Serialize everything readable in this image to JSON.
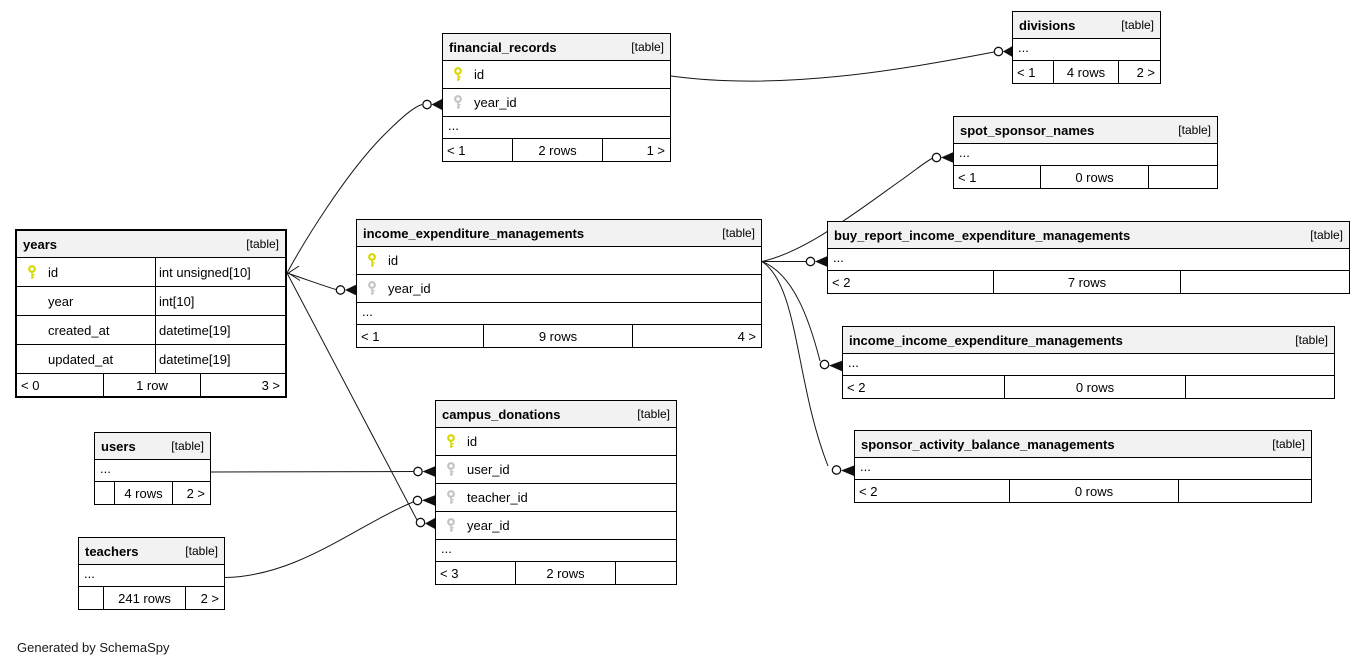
{
  "labels": {
    "table_badge": "[table]",
    "ellipsis": "...",
    "generated_by": "Generated by SchemaSpy"
  },
  "colors": {
    "pk_key": "#d8d800",
    "fk_key": "#c3c3c3",
    "header_bg": "#f2f2f2",
    "border": "#000000",
    "edge": "#161616"
  },
  "tables": {
    "financial_records": {
      "name": "financial_records",
      "columns": [
        {
          "name": "id",
          "key": "pk"
        },
        {
          "name": "year_id",
          "key": "fk"
        }
      ],
      "footer": {
        "left": "< 1",
        "center": "2 rows",
        "right": "1 >"
      }
    },
    "divisions": {
      "name": "divisions",
      "columns": [],
      "footer": {
        "left": "< 1",
        "center": "4 rows",
        "right": "2 >"
      }
    },
    "spot_sponsor_names": {
      "name": "spot_sponsor_names",
      "columns": [],
      "footer": {
        "left": "< 1",
        "center": "0 rows",
        "right": ""
      }
    },
    "buy_report_income_expenditure_managements": {
      "name": "buy_report_income_expenditure_managements",
      "columns": [],
      "footer": {
        "left": "< 2",
        "center": "7 rows",
        "right": ""
      }
    },
    "income_income_expenditure_managements": {
      "name": "income_income_expenditure_managements",
      "columns": [],
      "footer": {
        "left": "< 2",
        "center": "0 rows",
        "right": ""
      }
    },
    "sponsor_activity_balance_managements": {
      "name": "sponsor_activity_balance_managements",
      "columns": [],
      "footer": {
        "left": "< 2",
        "center": "0 rows",
        "right": ""
      }
    },
    "income_expenditure_managements": {
      "name": "income_expenditure_managements",
      "columns": [
        {
          "name": "id",
          "key": "pk"
        },
        {
          "name": "year_id",
          "key": "fk"
        }
      ],
      "footer": {
        "left": "< 1",
        "center": "9 rows",
        "right": "4 >"
      }
    },
    "years": {
      "name": "years",
      "columns": [
        {
          "name": "id",
          "type": "int unsigned[10]",
          "key": "pk"
        },
        {
          "name": "year",
          "type": "int[10]"
        },
        {
          "name": "created_at",
          "type": "datetime[19]"
        },
        {
          "name": "updated_at",
          "type": "datetime[19]"
        }
      ],
      "footer": {
        "left": "< 0",
        "center": "1 row",
        "right": "3 >"
      }
    },
    "users": {
      "name": "users",
      "columns": [],
      "footer": {
        "left": "",
        "center": "4 rows",
        "right": "2 >"
      }
    },
    "teachers": {
      "name": "teachers",
      "columns": [],
      "footer": {
        "left": "",
        "center": "241 rows",
        "right": "2 >"
      }
    },
    "campus_donations": {
      "name": "campus_donations",
      "columns": [
        {
          "name": "id",
          "key": "pk"
        },
        {
          "name": "user_id",
          "key": "fk"
        },
        {
          "name": "teacher_id",
          "key": "fk"
        },
        {
          "name": "year_id",
          "key": "fk"
        }
      ],
      "footer": {
        "left": "< 3",
        "center": "2 rows",
        "right": ""
      }
    }
  },
  "relationships": [
    {
      "parent": "years.id",
      "child": "financial_records.year_id"
    },
    {
      "parent": "years.id",
      "child": "income_expenditure_managements.year_id"
    },
    {
      "parent": "years.id",
      "child": "campus_donations.year_id"
    },
    {
      "parent": "financial_records.id",
      "child": "divisions"
    },
    {
      "parent": "income_expenditure_managements.id",
      "child": "spot_sponsor_names"
    },
    {
      "parent": "income_expenditure_managements.id",
      "child": "buy_report_income_expenditure_managements"
    },
    {
      "parent": "income_expenditure_managements.id",
      "child": "income_income_expenditure_managements"
    },
    {
      "parent": "income_expenditure_managements.id",
      "child": "sponsor_activity_balance_managements"
    },
    {
      "parent": "users",
      "child": "campus_donations.user_id"
    },
    {
      "parent": "teachers",
      "child": "campus_donations.teacher_id"
    }
  ]
}
